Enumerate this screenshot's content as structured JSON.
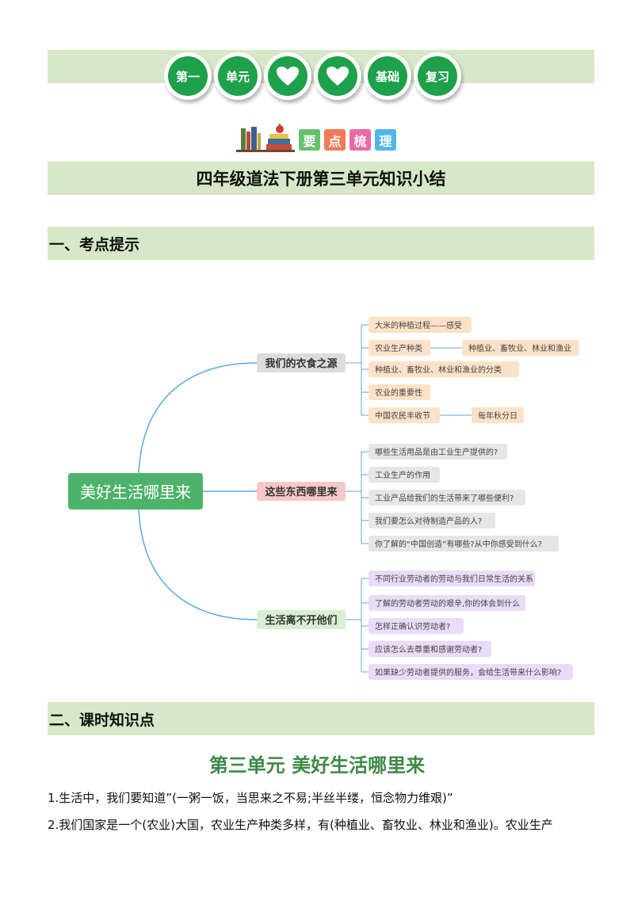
{
  "header": {
    "badges": [
      "第一",
      "单元",
      "",
      "",
      "基础",
      "复习"
    ],
    "badge_icons": [
      "",
      "",
      "heart-icon",
      "heart-icon",
      "",
      ""
    ],
    "subtitle_chars": [
      "要",
      "点",
      "梳",
      "理"
    ],
    "subtitle_colors": [
      "#66c16a",
      "#f07b5b",
      "#ea6aa6",
      "#4fb7e8"
    ]
  },
  "doc_title": "四年级道法下册第三单元知识小结",
  "section1": {
    "title": "一、考点提示"
  },
  "mindmap": {
    "root": "美好生活哪里来",
    "branches": [
      {
        "label": "我们的衣食之源",
        "color": "#dcdcdc",
        "leaf_color": "#fde2c8",
        "leaves": [
          {
            "text": "大米的种植过程——感受",
            "child": ""
          },
          {
            "text": "农业生产种类",
            "child": "种植业、畜牧业、林业和渔业"
          },
          {
            "text": "种植业、畜牧业、林业和渔业的分类",
            "child": ""
          },
          {
            "text": "农业的重要性",
            "child": ""
          },
          {
            "text": "中国农民丰收节",
            "child": "每年秋分日"
          }
        ]
      },
      {
        "label": "这些东西哪里来",
        "color": "#f7c8c8",
        "leaf_color": "#e6e6e6",
        "leaves": [
          {
            "text": "哪些生活用品是由工业生产提供的?",
            "child": ""
          },
          {
            "text": "工业生产的作用",
            "child": ""
          },
          {
            "text": "工业产品给我们的生活带来了哪些便利?",
            "child": ""
          },
          {
            "text": "我们要怎么对待制造产品的人?",
            "child": ""
          },
          {
            "text": "你了解的“中国创造”有哪些?从中你感受到什么?",
            "child": ""
          }
        ]
      },
      {
        "label": "生活离不开他们",
        "color": "#d7f0cf",
        "leaf_color": "#e8dcf7",
        "leaves": [
          {
            "text": "不同行业劳动者的劳动与我们日常生活的关系",
            "child": ""
          },
          {
            "text": "了解的劳动者劳动的艰辛,你的体会到什么",
            "child": ""
          },
          {
            "text": "怎样正确认识劳动者?",
            "child": ""
          },
          {
            "text": "应该怎么去尊重和感谢劳动者?",
            "child": ""
          },
          {
            "text": "如果缺少劳动者提供的服务，会给生活带来什么影响?",
            "child": ""
          }
        ]
      }
    ]
  },
  "section2": {
    "title": "二、课时知识点"
  },
  "unit_title": "第三单元  美好生活哪里来",
  "paragraphs": [
    "1.生活中，我们要知道”(一粥一饭，当思来之不易;半丝半缕，恒念物力维艰)”",
    "2.我们国家是一个(农业)大国，农业生产种类多样，有(种植业、畜牧业、林业和渔业)。农业生产"
  ],
  "colors": {
    "band": "#d6e8c7",
    "badge_green": "#1fa04a",
    "root_green": "#4db36a",
    "curve_blue": "#5aa9e6",
    "unit_title_green": "#3e8a45"
  }
}
